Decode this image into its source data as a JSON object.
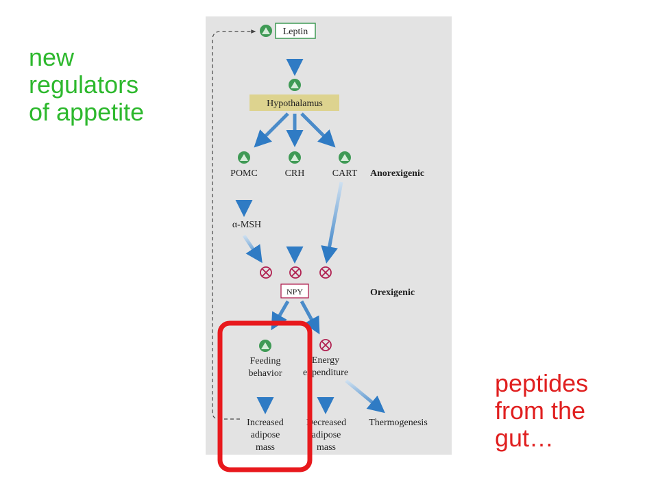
{
  "annotations": {
    "left_note": "new\nregulators\nof appetite",
    "right_note": "peptides\nfrom the\ngut…"
  },
  "colors": {
    "left_note": "#2db82d",
    "right_note": "#e02020",
    "panel": "#e3e3e3",
    "arrow": "#2f7bc4",
    "stimulate": "#3f9a55",
    "inhibit": "#b02050",
    "hypothalamus_fill": "#ddd38f",
    "highlight_box": "#e8191d"
  },
  "diagram": {
    "leptin": "Leptin",
    "hypothalamus": "Hypothalamus",
    "pomc": "POMC",
    "crh": "CRH",
    "cart": "CART",
    "anorexigenic": "Anorexigenic",
    "msh": "α-MSH",
    "npy": "NPY",
    "orexigenic": "Orexigenic",
    "feeding": [
      "Feeding",
      "behavior"
    ],
    "energy": [
      "Energy",
      "expenditure"
    ],
    "increased": [
      "Increased",
      "adipose",
      "mass"
    ],
    "decreased": [
      "Decreased",
      "adipose",
      "mass"
    ],
    "thermogenesis": "Thermogenesis"
  }
}
